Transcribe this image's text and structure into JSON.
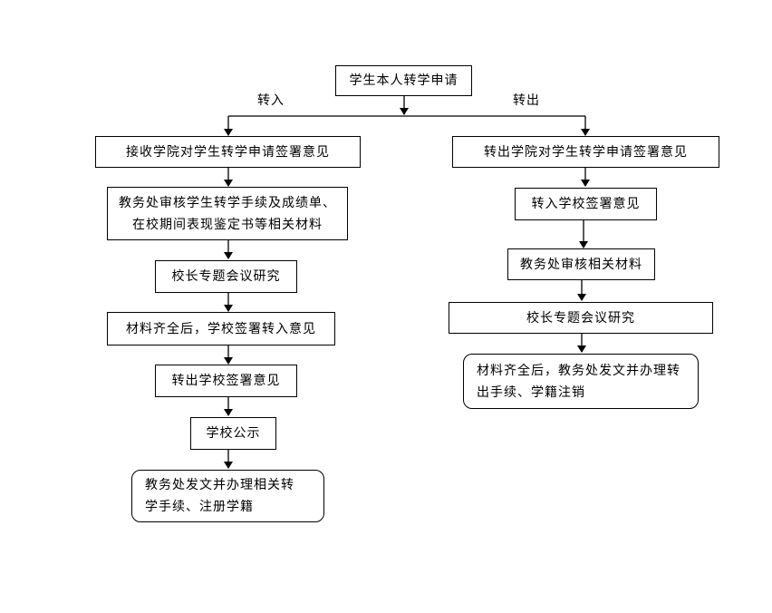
{
  "start": "学生本人转学申请",
  "branches": {
    "in_label": "转入",
    "out_label": "转出"
  },
  "left_steps": [
    "接收学院对学生转学申请签署意见",
    "教务处审核学生转学手续及成绩单、\n在校期间表现鉴定书等相关材料",
    "校长专题会议研究",
    "材料齐全后，学校签署转入意见",
    "转出学校签署意见",
    "学校公示",
    "教务处发文并办理相关转\n学手续、注册学籍"
  ],
  "right_steps": [
    "转出学院对学生转学申请签署意见",
    "转入学校签署意见",
    "教务处审核相关材料",
    "校长专题会议研究",
    "材料齐全后，教务处发文并办理转\n出手续、学籍注销"
  ]
}
